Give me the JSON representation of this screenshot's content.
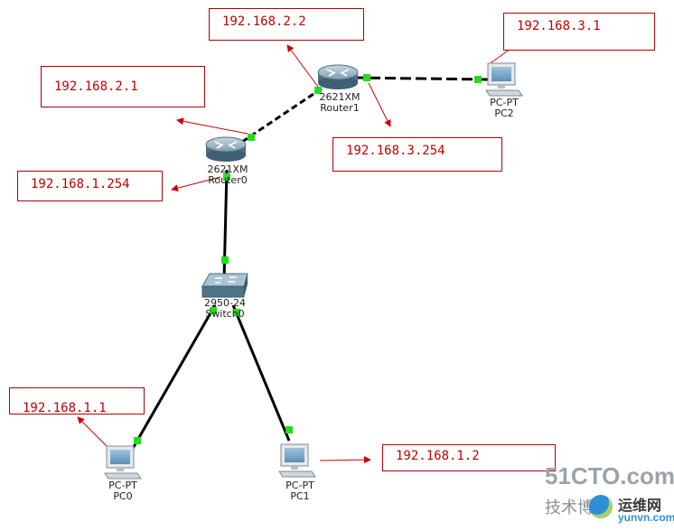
{
  "devices": {
    "router1": {
      "model": "2621XM",
      "name": "Router1"
    },
    "router0": {
      "model": "2621XM",
      "name": "Router0"
    },
    "switch0": {
      "model": "2950-24",
      "name": "Switch0"
    },
    "pc0": {
      "model": "PC-PT",
      "name": "PC0"
    },
    "pc1": {
      "model": "PC-PT",
      "name": "PC1"
    },
    "pc2": {
      "model": "PC-PT",
      "name": "PC2"
    }
  },
  "ip_labels": {
    "router1_left": "192.168.2.2",
    "router0_top": "192.168.2.1",
    "router1_right": "192.168.3.254",
    "router0_bottom": "192.168.1.254",
    "pc2": "192.168.3.1",
    "pc0": "192.168.1.1",
    "pc1": "192.168.1.2"
  },
  "watermark": {
    "brand": "51CTO.com",
    "tagline": "技术博客",
    "site_cn": "运维网",
    "site_url": "yunvn.com"
  },
  "colors": {
    "link": "#000000",
    "port": "#22dd22",
    "annotation": "#cc0000",
    "device_body": "#6e8fa3"
  }
}
